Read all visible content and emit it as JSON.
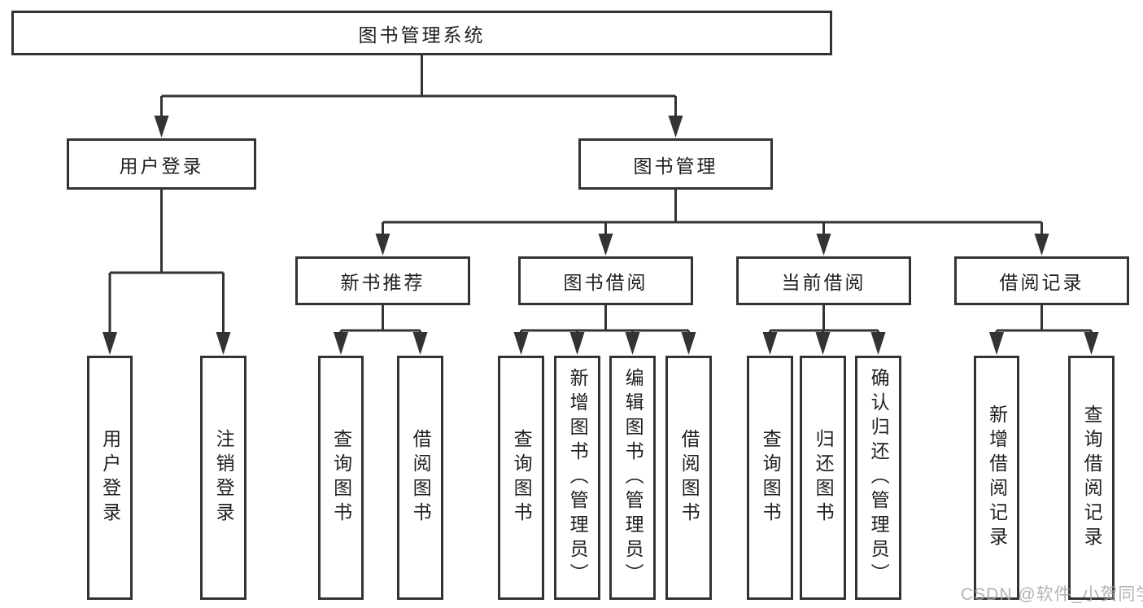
{
  "diagram": {
    "tree": {
      "root": "图书管理系统",
      "branches": [
        {
          "label": "用户登录",
          "children": [
            "用户登录",
            "注销登录"
          ]
        },
        {
          "label": "图书管理",
          "children": [
            {
              "label": "新书推荐",
              "children": [
                "查询图书",
                "借阅图书"
              ]
            },
            {
              "label": "图书借阅",
              "children": [
                "查询图书",
                "新增图书（管理员）",
                "编辑图书（管理员）",
                "借阅图书"
              ]
            },
            {
              "label": "当前借阅",
              "children": [
                "查询图书",
                "归还图书",
                "确认归还（管理员）"
              ]
            },
            {
              "label": "借阅记录",
              "children": [
                "新增借阅记录",
                "查询借阅记录"
              ]
            }
          ]
        }
      ]
    },
    "colors": {
      "border": "#333333",
      "line": "#333333",
      "text": "#1f1f1f",
      "background": "#ffffff",
      "watermark": "#a6a6a6"
    }
  },
  "watermark": {
    "text": "CSDN @软件_小贺同学"
  }
}
